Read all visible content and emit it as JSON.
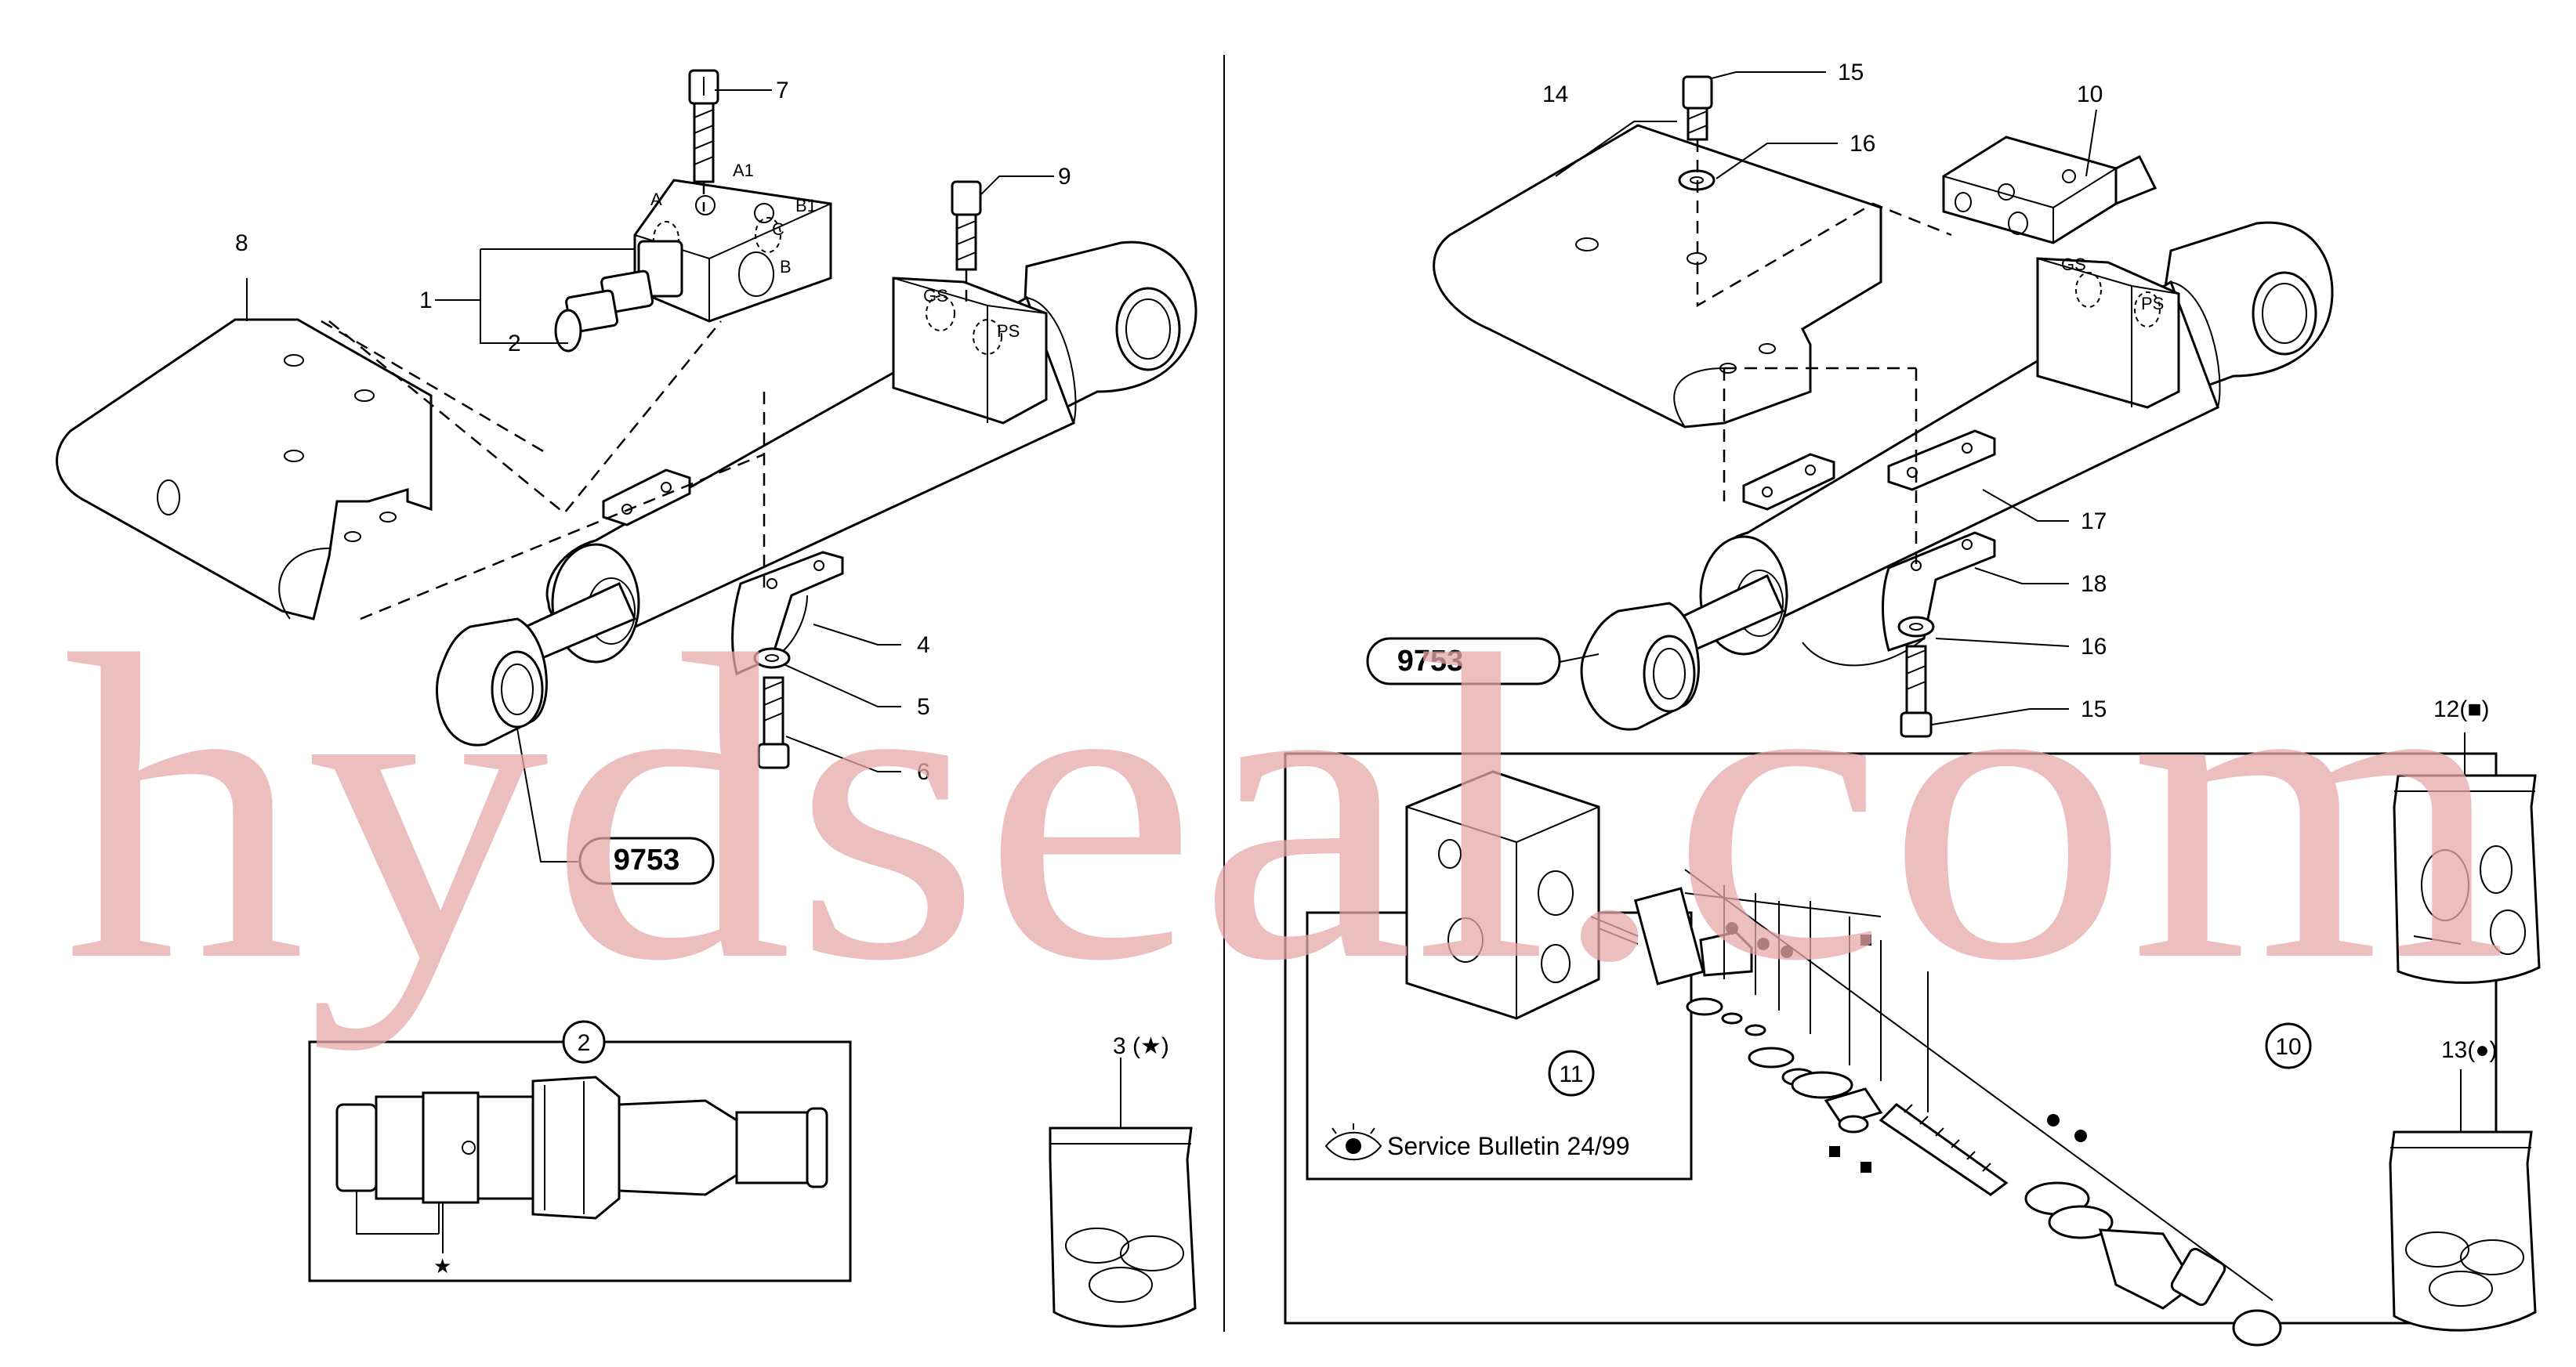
{
  "callouts": {
    "c1": "1",
    "c2": "2",
    "c3": "3 (★)",
    "c4": "4",
    "c5": "5",
    "c6": "6",
    "c7": "7",
    "c8": "8",
    "c9": "9",
    "c10": "10",
    "c11": "11",
    "c12": "12(■)",
    "c13": "13(●)",
    "c14": "14",
    "c15a": "15",
    "c15b": "15",
    "c16a": "16",
    "c16b": "16",
    "c17": "17",
    "c18": "18"
  },
  "ports": {
    "a": "A",
    "a1": "A1",
    "b": "B",
    "b1": "B1",
    "c": "C",
    "gs_left": "GS",
    "ps_left": "PS",
    "gs_right": "GS",
    "ps_right": "PS"
  },
  "references": {
    "left_kit": "9753",
    "right_kit": "9753",
    "detail_circle_2": "2",
    "detail_circle_10": "10",
    "detail_circle_11": "11"
  },
  "service_bulletin": "Service Bulletin 24/99",
  "watermark": "hydseal.com",
  "icons": {
    "eye": "eye-icon",
    "star": "star-icon",
    "square": "square-marker-icon",
    "dot": "dot-marker-icon"
  },
  "colors": {
    "line": "#000000",
    "background": "#ffffff",
    "watermark": "#e8a9a9"
  }
}
